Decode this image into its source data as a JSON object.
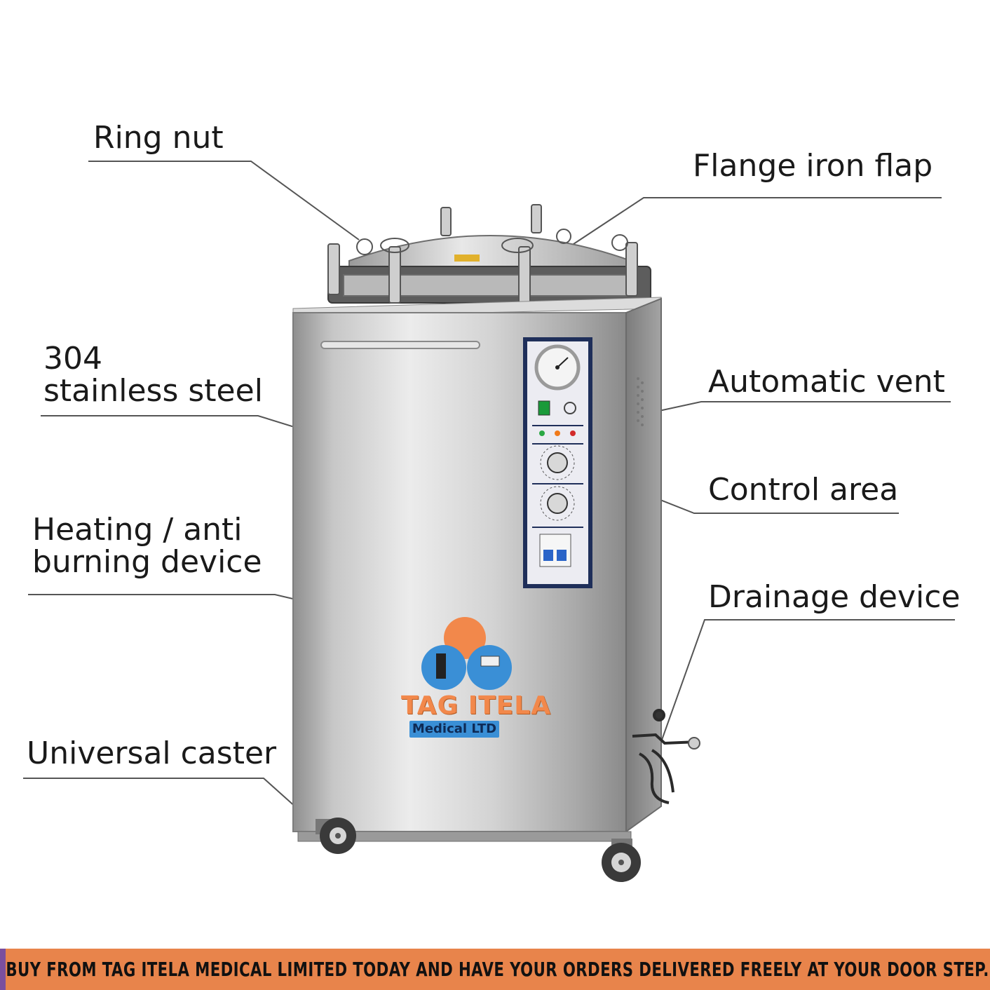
{
  "callouts": {
    "ring_nut": "Ring nut",
    "flange_iron_flap": "Flange iron flap",
    "stainless_steel_line1": "304",
    "stainless_steel_line2": "stainless steel",
    "automatic_vent": "Automatic vent",
    "control_area": "Control area",
    "heating_line1": "Heating / anti",
    "heating_line2": "burning device",
    "drainage_device": "Drainage device",
    "universal_caster": "Universal caster"
  },
  "logo": {
    "name": "TAG ITELA",
    "subtitle": "Medical LTD"
  },
  "banner": {
    "text": "BUY FROM TAG ITELA MEDICAL LIMITED TODAY AND HAVE YOUR ORDERS DELIVERED FREELY AT YOUR DOOR STEP."
  },
  "colors": {
    "banner_bg": "#e8844b",
    "banner_edge": "#7b4f9e",
    "steel": "#c9c9c9",
    "panel_border": "#1f2f5a",
    "logo_orange": "#f2884b",
    "logo_blue": "#3a8fd6"
  }
}
